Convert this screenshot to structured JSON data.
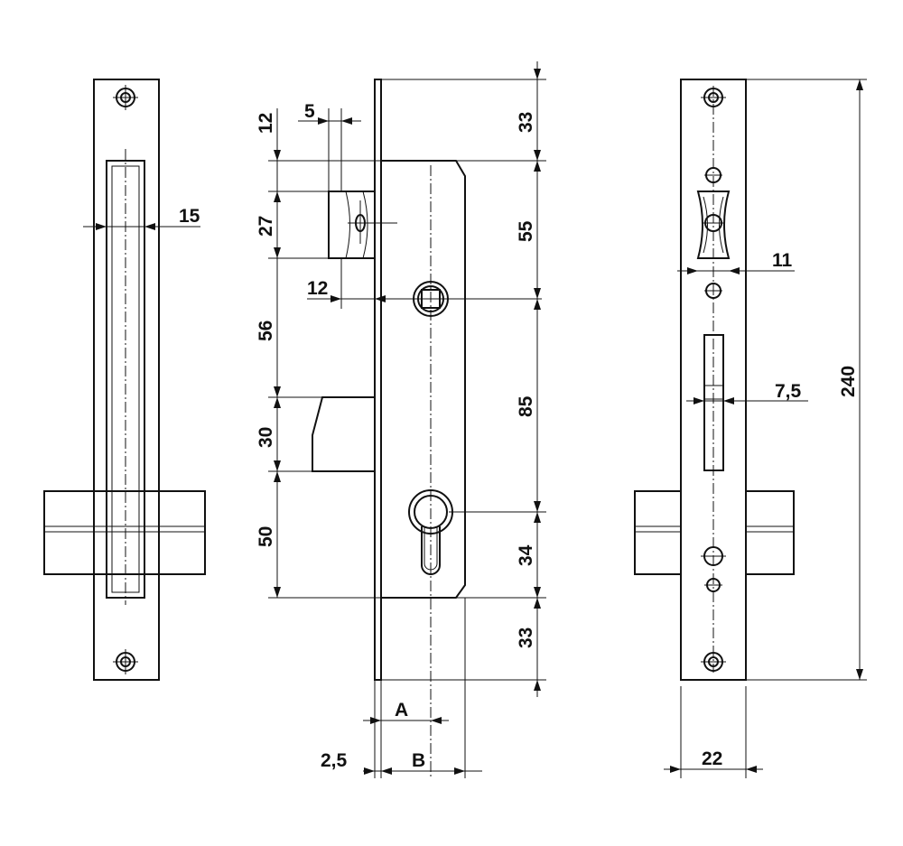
{
  "dimensions": {
    "bolt_width": "15",
    "cutout_top": "12",
    "latch_offset": "5",
    "latch_height": "27",
    "latch_projection": "12",
    "spindle_to_bolt": "56",
    "bolt_height": "30",
    "bolt_to_bottom": "50",
    "top_margin": "33",
    "case_to_spindle": "55",
    "spindle_to_cylinder": "85",
    "cylinder_to_case": "34",
    "bottom_margin": "33",
    "faceplate_thickness": "2,5",
    "backset_a": "A",
    "backset_b": "B",
    "faceplate_width": "22",
    "latch_slot_width": "11",
    "bolt_slot_width": "7,5",
    "overall_height": "240"
  }
}
